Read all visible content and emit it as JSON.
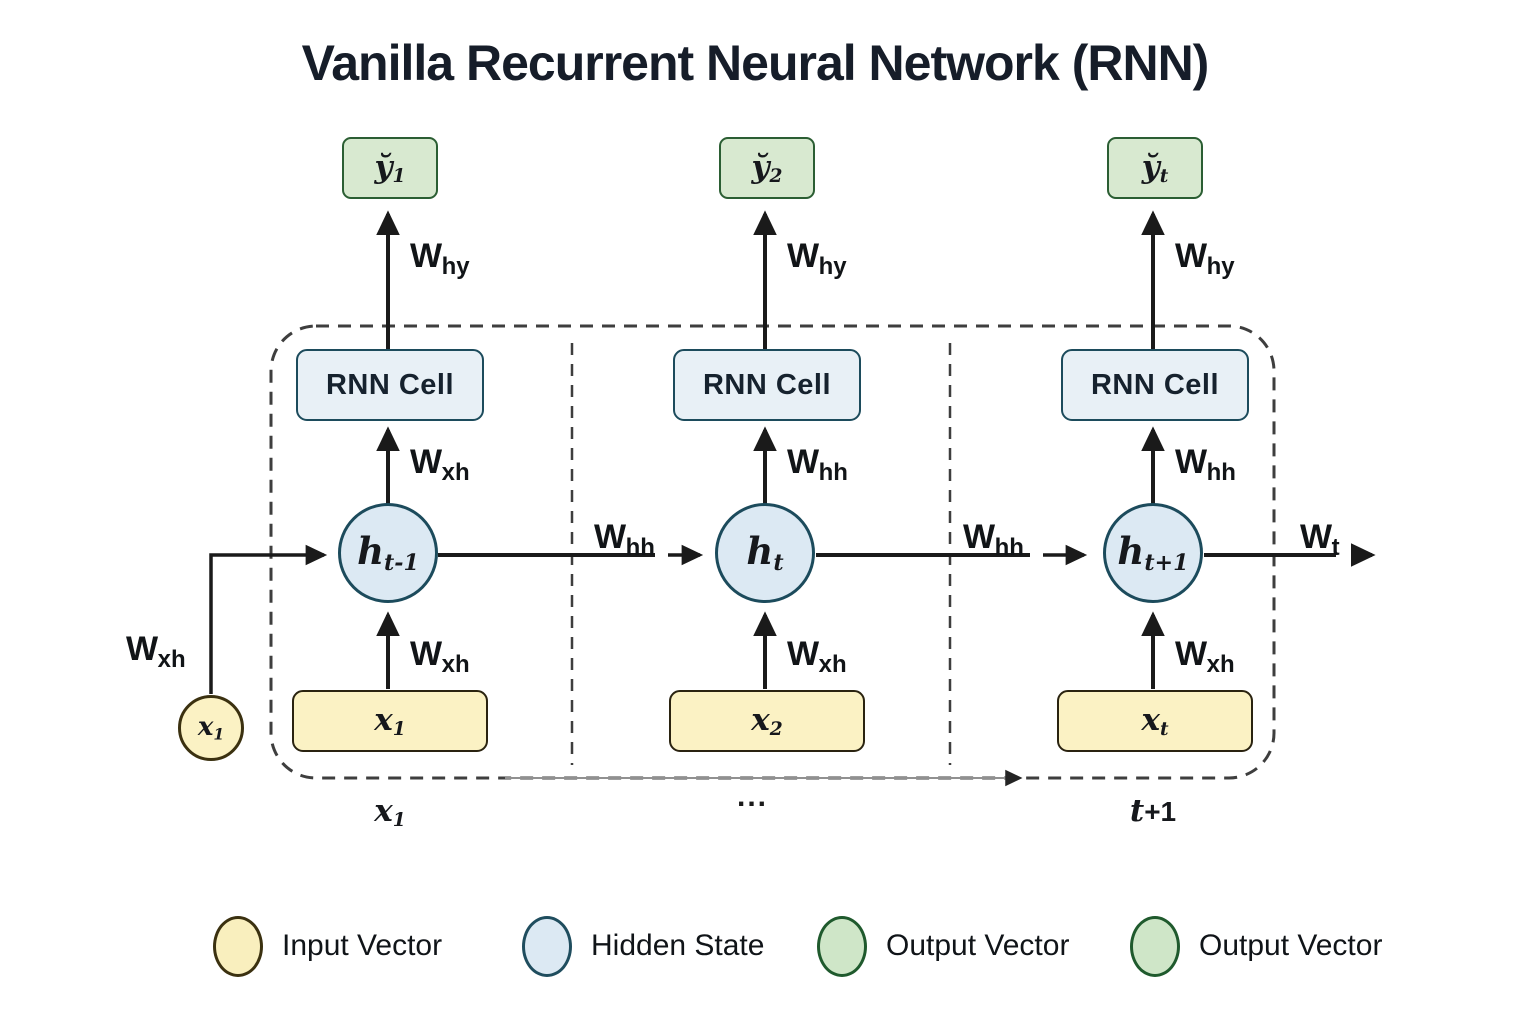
{
  "title": "Vanilla Recurrent Neural Network (RNN)",
  "columns": [
    {
      "output": {
        "base": "y̆",
        "sub": "1"
      },
      "w_output": {
        "base": "W",
        "sub": "hy"
      },
      "cell_label": "RNN Cell",
      "w_hidden_to_cell": {
        "base": "W",
        "sub": "xh"
      },
      "hidden": {
        "base": "h",
        "sub": "t-1"
      },
      "w_input_to_hidden": {
        "base": "W",
        "sub": "xh"
      },
      "input": {
        "base": "x",
        "sub": "1"
      }
    },
    {
      "output": {
        "base": "y̆",
        "sub": "2"
      },
      "w_output": {
        "base": "W",
        "sub": "hy"
      },
      "cell_label": "RNN Cell",
      "w_hidden_to_cell": {
        "base": "W",
        "sub": "hh"
      },
      "hidden": {
        "base": "h",
        "sub": "t"
      },
      "w_input_to_hidden": {
        "base": "W",
        "sub": "xh"
      },
      "input": {
        "base": "x",
        "sub": "2"
      }
    },
    {
      "output": {
        "base": "y̆",
        "sub": "t"
      },
      "w_output": {
        "base": "W",
        "sub": "hy"
      },
      "cell_label": "RNN Cell",
      "w_hidden_to_cell": {
        "base": "W",
        "sub": "hh"
      },
      "hidden": {
        "base": "h",
        "sub": "t+1"
      },
      "w_input_to_hidden": {
        "base": "W",
        "sub": "xh"
      },
      "input": {
        "base": "x",
        "sub": "t"
      }
    }
  ],
  "left_input": {
    "w_label": {
      "base": "W",
      "sub": "xh"
    },
    "node": {
      "base": "x",
      "sub": "1"
    }
  },
  "recurrent_labels": [
    {
      "base": "W",
      "sub": "hh"
    },
    {
      "base": "W",
      "sub": "hh"
    },
    {
      "base": "W",
      "sub": "t"
    }
  ],
  "bottom_labels": {
    "first": {
      "base": "x",
      "sub": "1"
    },
    "middle": "...",
    "last": {
      "base": "t",
      "suffix": "+1"
    }
  },
  "legend": [
    {
      "label": "Input Vector"
    },
    {
      "label": "Hidden State"
    },
    {
      "label": "Output Vector"
    },
    {
      "label": "Output Vector"
    }
  ],
  "colors": {
    "input_fill": "#fbf2c4",
    "input_border": "#3b3110",
    "hidden_fill": "#dce9f3",
    "hidden_border": "#1c4b5c",
    "cell_fill": "#e8f0f6",
    "cell_border": "#1c4b5c",
    "output_fill": "#d8e9d0",
    "output_border": "#2b5e33",
    "arrow": "#1a1a1a",
    "dashed_border": "#3e3e3e",
    "timeline_line": "#909090"
  }
}
